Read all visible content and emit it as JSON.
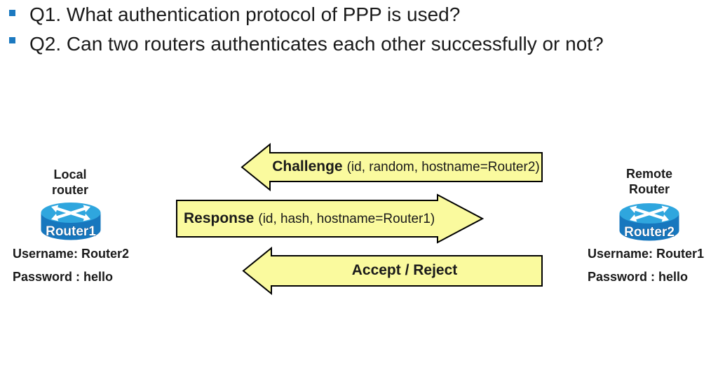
{
  "questions": [
    "Q1. What authentication protocol of PPP is used?",
    "Q2. Can two routers authenticates each other successfully or not?"
  ],
  "messages": {
    "challenge": {
      "direction": "left",
      "title": "Challenge",
      "detail": "(id, random, hostname=Router2)"
    },
    "response": {
      "direction": "right",
      "title": "Response",
      "detail": "(id, hash, hostname=Router1)"
    },
    "accept": {
      "direction": "left",
      "title": "Accept / Reject",
      "detail": ""
    }
  },
  "local_router": {
    "caption_line1": "Local",
    "caption_line2": "router",
    "device_label": "Router1",
    "username": "Username: Router2",
    "password": "Password : hello"
  },
  "remote_router": {
    "caption_line1": "Remote",
    "caption_line2": "Router",
    "device_label": "Router2",
    "username": "Username: Router1",
    "password": "Password : hello"
  },
  "colors": {
    "bullet": "#1C79C0",
    "question_text": "#1A1A1A",
    "label_text": "#1A1A1A",
    "arrow_fill": "#FAFA9E",
    "arrow_stroke": "#000000",
    "router_top": "#2FA6DE",
    "router_body": "#1777BE",
    "router_label": "#FFFFFF",
    "router_label_outline": "#0B4F8C"
  }
}
